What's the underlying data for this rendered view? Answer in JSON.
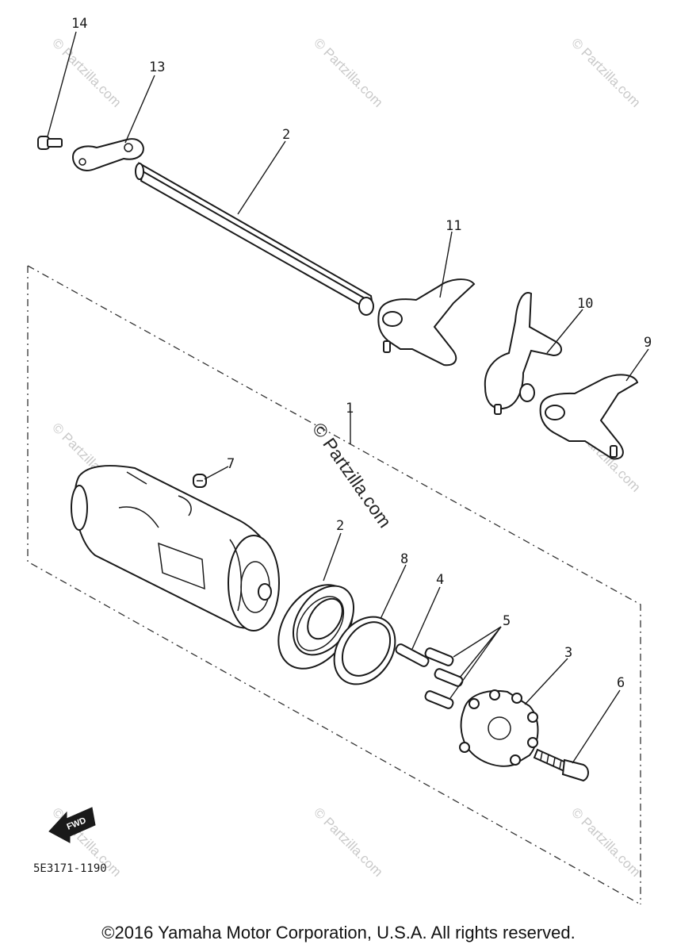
{
  "diagram": {
    "callouts": [
      {
        "id": "c14",
        "text": "14"
      },
      {
        "id": "c13",
        "text": "13"
      },
      {
        "id": "c2a",
        "text": "2"
      },
      {
        "id": "c11",
        "text": "11"
      },
      {
        "id": "c10",
        "text": "10"
      },
      {
        "id": "c9",
        "text": "9"
      },
      {
        "id": "c1",
        "text": "1"
      },
      {
        "id": "c7",
        "text": "7"
      },
      {
        "id": "c2b",
        "text": "2"
      },
      {
        "id": "c8",
        "text": "8"
      },
      {
        "id": "c4",
        "text": "4"
      },
      {
        "id": "c5",
        "text": "5"
      },
      {
        "id": "c3",
        "text": "3"
      },
      {
        "id": "c6",
        "text": "6"
      }
    ],
    "fwd_label": "FWD",
    "part_number": "5E3171-1190",
    "watermark": "© Partzilla.com",
    "copyright": "©2016 Yamaha Motor Corporation, U.S.A. All rights reserved."
  },
  "colors": {
    "line": "#1a1a1a",
    "watermark": "#c9c9c9",
    "background": "#ffffff"
  }
}
